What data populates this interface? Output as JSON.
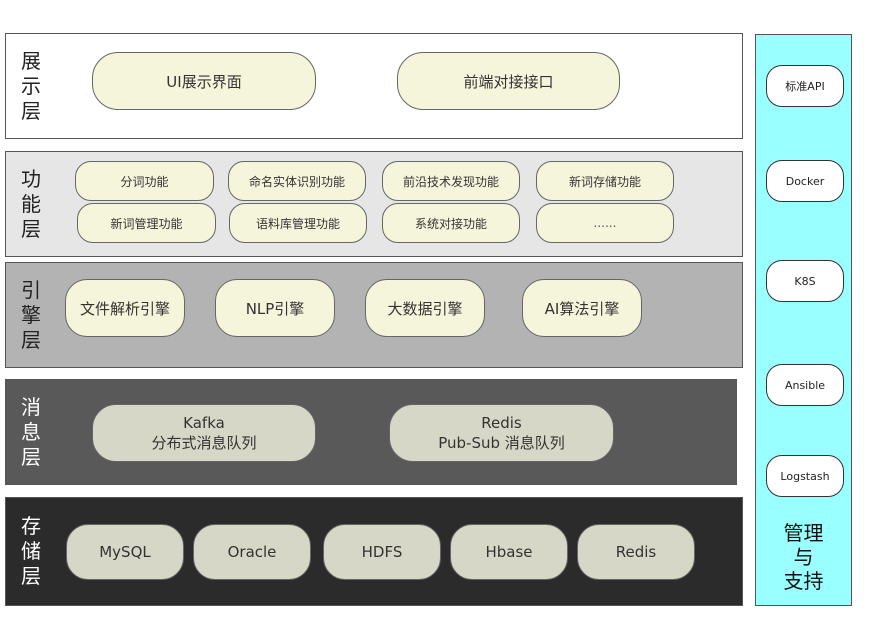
{
  "layers": [
    {
      "title": [
        "展",
        "示",
        "层"
      ],
      "items": [
        "UI展示界面",
        "前端对接接口"
      ]
    },
    {
      "title": [
        "功",
        "能",
        "层"
      ],
      "items": [
        "分词功能",
        "命名实体识别功能",
        "前沿技术发现功能",
        "新词存储功能",
        "新词管理功能",
        "语料库管理功能",
        "系统对接功能",
        "......"
      ]
    },
    {
      "title": [
        "引",
        "擎",
        "层"
      ],
      "items": [
        "文件解析引擎",
        "NLP引擎",
        "大数据引擎",
        "AI算法引擎"
      ]
    },
    {
      "title": [
        "消",
        "息",
        "层"
      ],
      "items": [
        {
          "line1": "Kafka",
          "line2": "分布式消息队列"
        },
        {
          "line1": "Redis",
          "line2": "Pub-Sub 消息队列"
        }
      ]
    },
    {
      "title": [
        "存",
        "储",
        "层"
      ],
      "items": [
        "MySQL",
        "Oracle",
        "HDFS",
        "Hbase",
        "Redis"
      ]
    }
  ],
  "sidebar": {
    "items": [
      "标准API",
      "Docker",
      "K8S",
      "Ansible",
      "Logstash"
    ],
    "title": [
      "管理",
      "与",
      "支持"
    ]
  },
  "colors": {
    "layer_bg": [
      "#ffffff",
      "#e6e6e6",
      "#b3b3b3",
      "#595959",
      "#2b2b2b"
    ],
    "pill_bg": "#f5f5dc",
    "pill_bg_dark": "#d7d7c7",
    "sidebar_bg": "#99ffff"
  }
}
